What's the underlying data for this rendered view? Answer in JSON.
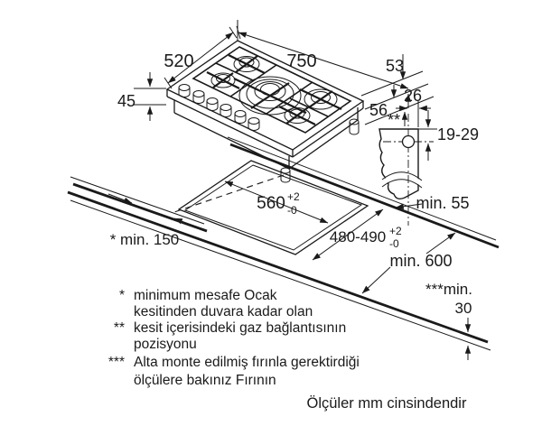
{
  "colors": {
    "ink": "#1a1a1a",
    "background": "#ffffff",
    "burner_fill": "#d9d9d9",
    "burner_cap": "#bfbfbf"
  },
  "diagram": {
    "dimensions": {
      "top_width": "750",
      "top_depth": "520",
      "front_height": "45",
      "right_height_upper": "53",
      "right_height_lower": "56",
      "gas_offset_horizontal": "26",
      "gas_offset_vertical": "19-29",
      "gas_marker": "**",
      "side_clearance": "min. 55",
      "cutout_width": "560",
      "cutout_width_tol_upper": "+2",
      "cutout_width_tol_lower": "-0",
      "cutout_depth": "480-490",
      "cutout_depth_tol_upper": "+2",
      "cutout_depth_tol_lower": "-0",
      "wall_clearance": "* min. 150",
      "worktop_depth": "min. 600",
      "worktop_thickness_label": "***min.",
      "worktop_thickness_value": "30"
    },
    "footnotes": {
      "note1_marker": "*",
      "note1_line1": "minimum mesafe Ocak",
      "note1_line2": "kesitinden duvara kadar olan",
      "note2_marker": "**",
      "note2_line1": "kesit içerisindeki gaz bağlantısının",
      "note2_line2": "pozisyonu",
      "note3_marker": "***",
      "note3_line1": "Alta monte edilmiş fırınla gerektirdiği",
      "note3_line2": "ölçülere bakınız Fırının",
      "units_note": "Ölçüler mm cinsindendir"
    }
  }
}
